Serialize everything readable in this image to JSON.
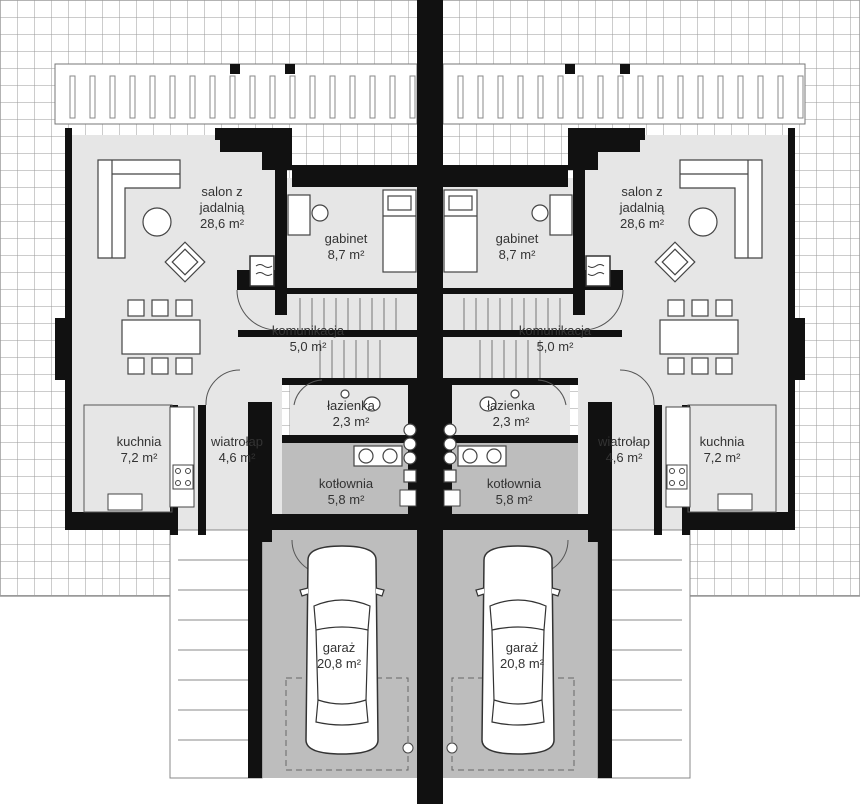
{
  "colors": {
    "wall": "#111111",
    "floor_living": "#e6e6e6",
    "floor_service": "#bdbdbd",
    "roof_grid": "#9a9a9a",
    "furniture": "#ffffff",
    "label_text": "#333333"
  },
  "rooms_left": [
    {
      "name": "salon z jadalnią",
      "line1": "salon z",
      "line2": "jadalnią",
      "area": "28,6 m²"
    },
    {
      "name": "gabinet",
      "area": "8,7 m²"
    },
    {
      "name": "komunikacja",
      "area": "5,0 m²"
    },
    {
      "name": "łazienka",
      "area": "2,3 m²"
    },
    {
      "name": "kuchnia",
      "area": "7,2 m²"
    },
    {
      "name": "wiatrołap",
      "area": "4,6 m²"
    },
    {
      "name": "kotłownia",
      "area": "5,8 m²"
    },
    {
      "name": "garaż",
      "area": "20,8 m²"
    }
  ],
  "rooms_right": [
    {
      "name": "salon z jadalnią",
      "line1": "salon z",
      "line2": "jadalnią",
      "area": "28,6 m²"
    },
    {
      "name": "gabinet",
      "area": "8,7 m²"
    },
    {
      "name": "komunikacja",
      "area": "5,0 m²"
    },
    {
      "name": "łazienka",
      "area": "2,3 m²"
    },
    {
      "name": "kuchnia",
      "area": "7,2 m²"
    },
    {
      "name": "wiatrołap",
      "area": "4,6 m²"
    },
    {
      "name": "kotłownia",
      "area": "5,8 m²"
    },
    {
      "name": "garaż",
      "area": "20,8 m²"
    }
  ],
  "icons": [
    "car-icon",
    "sofa-icon",
    "dining-table-icon",
    "bed-icon",
    "desk-icon",
    "toilet-icon",
    "sink-icon",
    "stove-icon",
    "boiler-icon",
    "stairs-icon",
    "fireplace-icon"
  ]
}
